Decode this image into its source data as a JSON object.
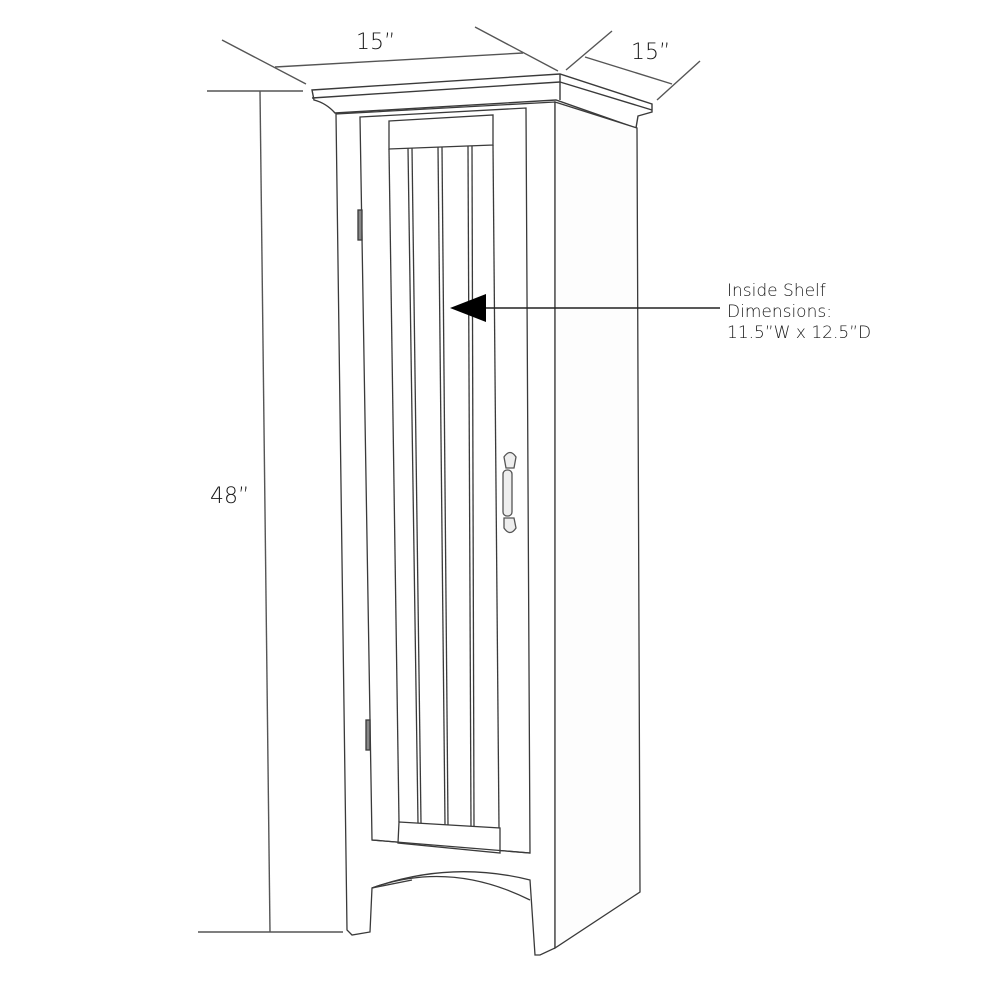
{
  "dimensions": {
    "width_label": "15”",
    "depth_label": "15”",
    "height_label": "48”"
  },
  "annotation": {
    "line1": "Inside Shelf",
    "line2": "Dimensions:",
    "line3": "11.5”W x 12.5”D"
  },
  "colors": {
    "line": "#3a3a3a",
    "dim_line": "#555555",
    "background": "#ffffff"
  }
}
